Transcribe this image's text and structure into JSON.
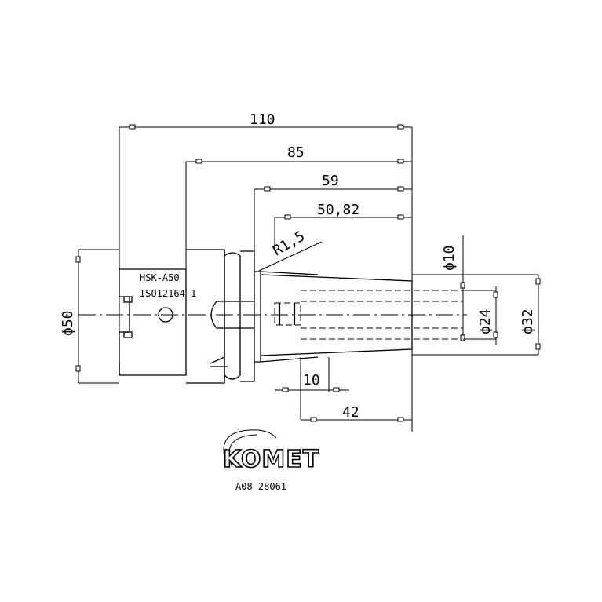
{
  "dimensions": {
    "length_overall": "110",
    "length_85": "85",
    "length_59": "59",
    "length_50_82": "50,82",
    "radius": "R1,5",
    "bore_diameter": "ϕ10",
    "collet_diameter": "ϕ24",
    "nose_diameter": "ϕ32",
    "flange_diameter": "ϕ50",
    "depth_10": "10",
    "depth_42": "42"
  },
  "labels": {
    "shank_type": "HSK-A50",
    "standard": "ISO12164-1"
  },
  "logo": {
    "brand": "KOMET",
    "part_number": "A08 28061"
  }
}
